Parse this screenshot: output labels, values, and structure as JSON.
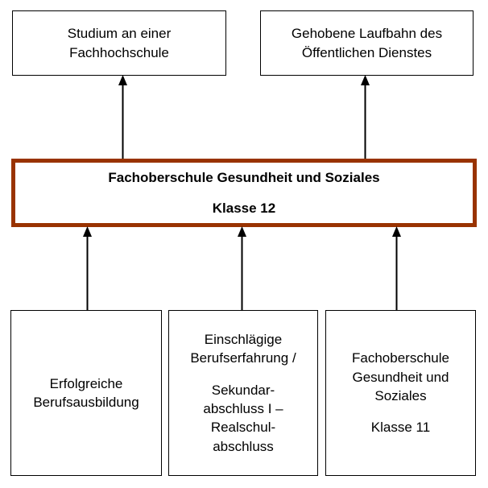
{
  "diagram": {
    "title": "Fachoberschule Gesundheit und Soziales Klasse 12 Bildungsweg",
    "accent_color": "#993300",
    "line_color": "#000000",
    "background_color": "#ffffff",
    "outcomes": [
      {
        "id": "studium",
        "lines": [
          "Studium an einer",
          "Fachhochschule"
        ],
        "text": "Studium an einer Fachhochschule"
      },
      {
        "id": "gehobene-laufbahn",
        "lines": [
          "Gehobene Laufbahn des",
          "Öffentlichen Dienstes"
        ],
        "text": "Gehobene Laufbahn des Öffentlichen Dienstes"
      }
    ],
    "center": {
      "id": "fachoberschule-klasse-12",
      "line1": "Fachoberschule Gesundheit und Soziales",
      "line2": "Klasse 12"
    },
    "entry_requirements": [
      {
        "id": "berufsausbildung",
        "paragraphs": [
          "Erfolgreiche\nBerufsausbildung"
        ],
        "block1": "Erfolgreiche Berufsausbildung",
        "block2": ""
      },
      {
        "id": "berufserfahrung-sekundarabschluss",
        "block1": "Einschlägige Berufserfahrung /",
        "block2": "Sekundar-\nabschluss I –\nRealschul-\nabschluss"
      },
      {
        "id": "fachoberschule-klasse-11",
        "block1": "Fachoberschule Gesundheit und Soziales",
        "block2": "Klasse 11"
      }
    ],
    "connectors": [
      {
        "id": "arrow-center-to-studium",
        "from": "fachoberschule-klasse-12",
        "to": "studium",
        "direction": "up"
      },
      {
        "id": "arrow-center-to-gehobene-laufbahn",
        "from": "fachoberschule-klasse-12",
        "to": "gehobene-laufbahn",
        "direction": "up"
      },
      {
        "id": "arrow-berufsausbildung-to-center",
        "from": "berufsausbildung",
        "to": "fachoberschule-klasse-12",
        "direction": "up"
      },
      {
        "id": "arrow-berufserfahrung-to-center",
        "from": "berufserfahrung-sekundarabschluss",
        "to": "fachoberschule-klasse-12",
        "direction": "up"
      },
      {
        "id": "arrow-klasse-11-to-center",
        "from": "fachoberschule-klasse-11",
        "to": "fachoberschule-klasse-12",
        "direction": "up"
      }
    ]
  }
}
